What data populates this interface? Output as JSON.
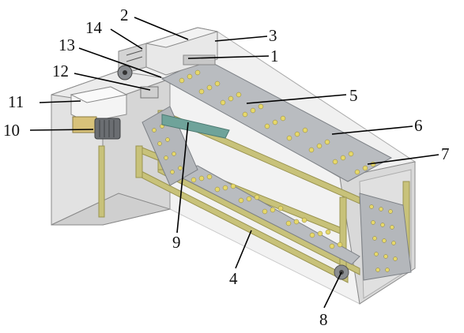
{
  "colors": {
    "background": "#ffffff",
    "housing": "#dcdcdc",
    "housing_edge": "#8a8a8a",
    "frame": "#c8c27a",
    "frame_dark": "#9a9450",
    "tray": "#b9bcc0",
    "tray_dark": "#7d8186",
    "egg": "#e6d86a",
    "motor": "#6b6e72",
    "motor_body": "#d8c27a",
    "belt": "#6fa39a",
    "box": "#f4f4f4",
    "label": "#111111"
  },
  "icons": [
    "gear-icon",
    "motor-icon",
    "chain-icon"
  ],
  "callouts": [
    {
      "id": "1",
      "label": "1"
    },
    {
      "id": "2",
      "label": "2"
    },
    {
      "id": "3",
      "label": "3"
    },
    {
      "id": "4",
      "label": "4"
    },
    {
      "id": "5",
      "label": "5"
    },
    {
      "id": "6",
      "label": "6"
    },
    {
      "id": "7",
      "label": "7"
    },
    {
      "id": "8",
      "label": "8"
    },
    {
      "id": "9",
      "label": "9"
    },
    {
      "id": "10",
      "label": "10"
    },
    {
      "id": "11",
      "label": "11"
    },
    {
      "id": "12",
      "label": "12"
    },
    {
      "id": "13",
      "label": "13"
    },
    {
      "id": "14",
      "label": "14"
    }
  ]
}
